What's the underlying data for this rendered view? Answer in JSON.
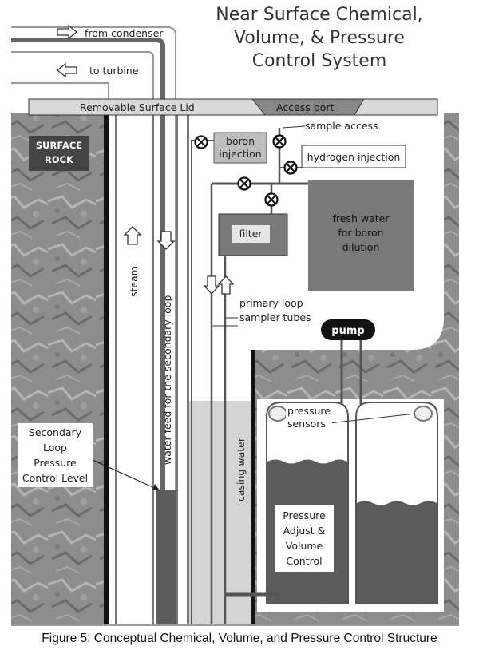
{
  "title": [
    "Near Surface Chemical,",
    "Volume, & Pressure",
    "Control System"
  ],
  "caption": "Figure 5: Conceptual Chemical, Volume, and Pressure Control Structure",
  "labels": {
    "from_condenser": "from condenser",
    "to_turbine": "to turbine",
    "lid": "Removable Surface Lid",
    "access_port": "Access port",
    "sample_access": "sample access",
    "boron_injection": [
      "boron",
      "injection"
    ],
    "hydrogen_injection": "hydrogen injection",
    "surface_rock": [
      "SURFACE",
      "ROCK"
    ],
    "filter": "filter",
    "fresh_water": [
      "fresh water",
      "for boron",
      "dilution"
    ],
    "steam": "steam",
    "water_feed": "water feed for the secondary loop",
    "primary_loop": [
      "primary loop",
      "sampler tubes"
    ],
    "pump": "pump",
    "pressure_sensors": [
      "pressure",
      "sensors"
    ],
    "secondary_level": [
      "Secondary",
      "Loop",
      "Pressure",
      "Control Level"
    ],
    "casing_water": "casing water",
    "pressure_adjust": [
      "Pressure",
      "Adjust &",
      "Volume",
      "Control"
    ]
  },
  "colors": {
    "rock": "#8d8d8d",
    "dark_fill": "#5c5c5c",
    "medium_fill": "#7a7a7a",
    "light_fill": "#d4d4d4",
    "pipe": "#666666",
    "lid": "#d9d9d9"
  }
}
